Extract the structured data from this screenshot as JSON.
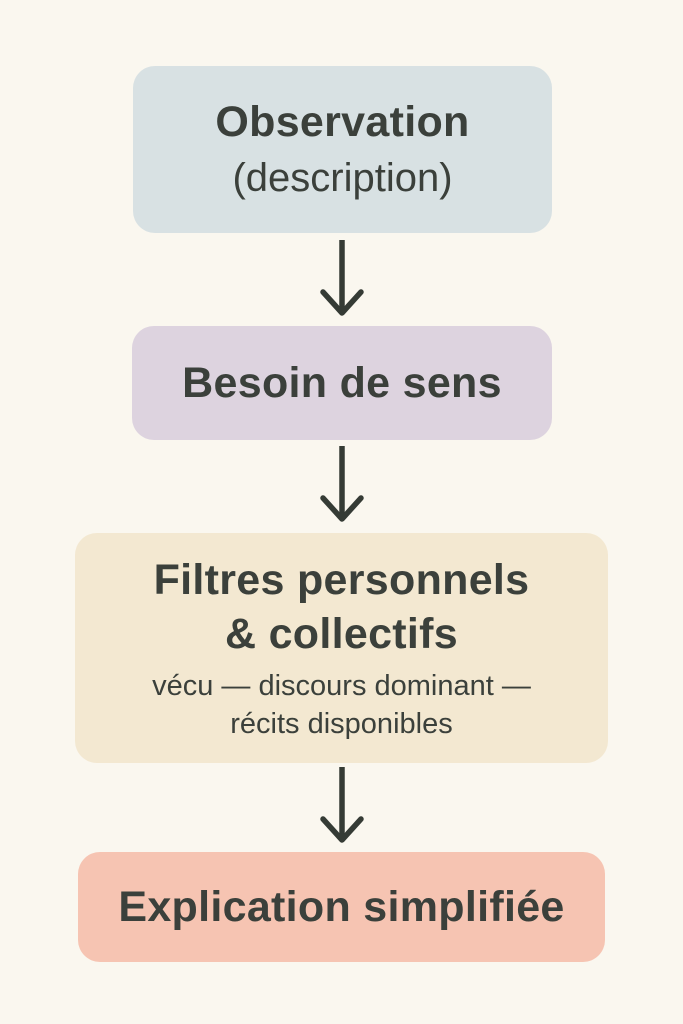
{
  "page": {
    "bg": "#FAF7EF"
  },
  "diagram": {
    "text_color": "#3B403B",
    "arrow_color": "#353B35",
    "nodes": [
      {
        "id": "observation",
        "title": "Observation",
        "subtitle": "(description)",
        "bg": "#D8E1E3"
      },
      {
        "id": "besoin-de-sens",
        "title": "Besoin de sens",
        "bg": "#DDD3DF"
      },
      {
        "id": "filtres",
        "title_line1": "Filtres personnels",
        "title_line2": "& collectifs",
        "subtitle_line1": "vécu — discours dominant —",
        "subtitle_line2": "récits disponibles",
        "bg": "#F3E8D1"
      },
      {
        "id": "explication",
        "title": "Explication simplifiée",
        "bg": "#F6C4B2"
      }
    ],
    "arrows": [
      {
        "from": "observation",
        "to": "besoin-de-sens"
      },
      {
        "from": "besoin-de-sens",
        "to": "filtres"
      },
      {
        "from": "filtres",
        "to": "explication"
      }
    ]
  }
}
